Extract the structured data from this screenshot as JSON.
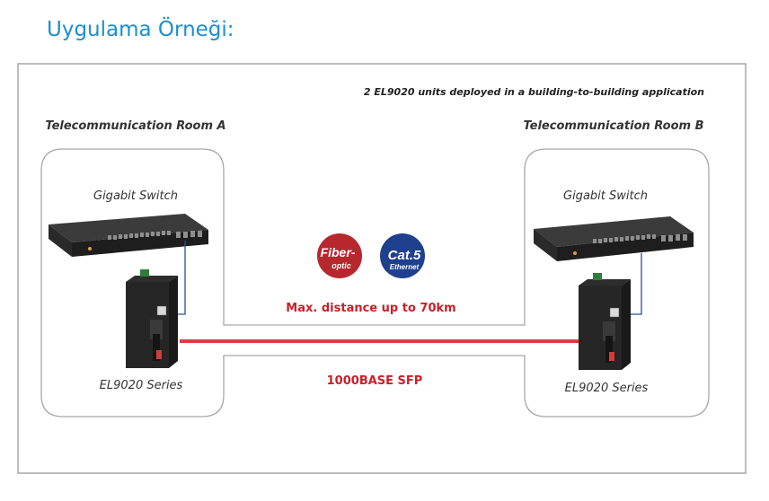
{
  "page_title": "Uygulama Örneği:",
  "diagram": {
    "caption": "2 EL9020 units deployed in a building-to-building application",
    "room_a": {
      "title": "Telecommunication Room A",
      "switch_label": "Gigabit Switch",
      "device_label": "EL9020 Series"
    },
    "room_b": {
      "title": "Telecommunication Room B",
      "switch_label": "Gigabit Switch",
      "device_label": "EL9020 Series"
    },
    "badges": {
      "fiber": {
        "line1": "Fiber-",
        "line2": "optic",
        "color": "#b7282e"
      },
      "cat5": {
        "line1": "Cat.5",
        "line2": "Ethernet",
        "color": "#1f3f8f"
      }
    },
    "distance_text": "Max. distance up to 70km",
    "link_text": "1000BASE SFP",
    "colors": {
      "accent_blue": "#1b8fd2",
      "link_red": "#e23a45",
      "label_red": "#c8202a",
      "frame": "#a7a7a7"
    }
  }
}
